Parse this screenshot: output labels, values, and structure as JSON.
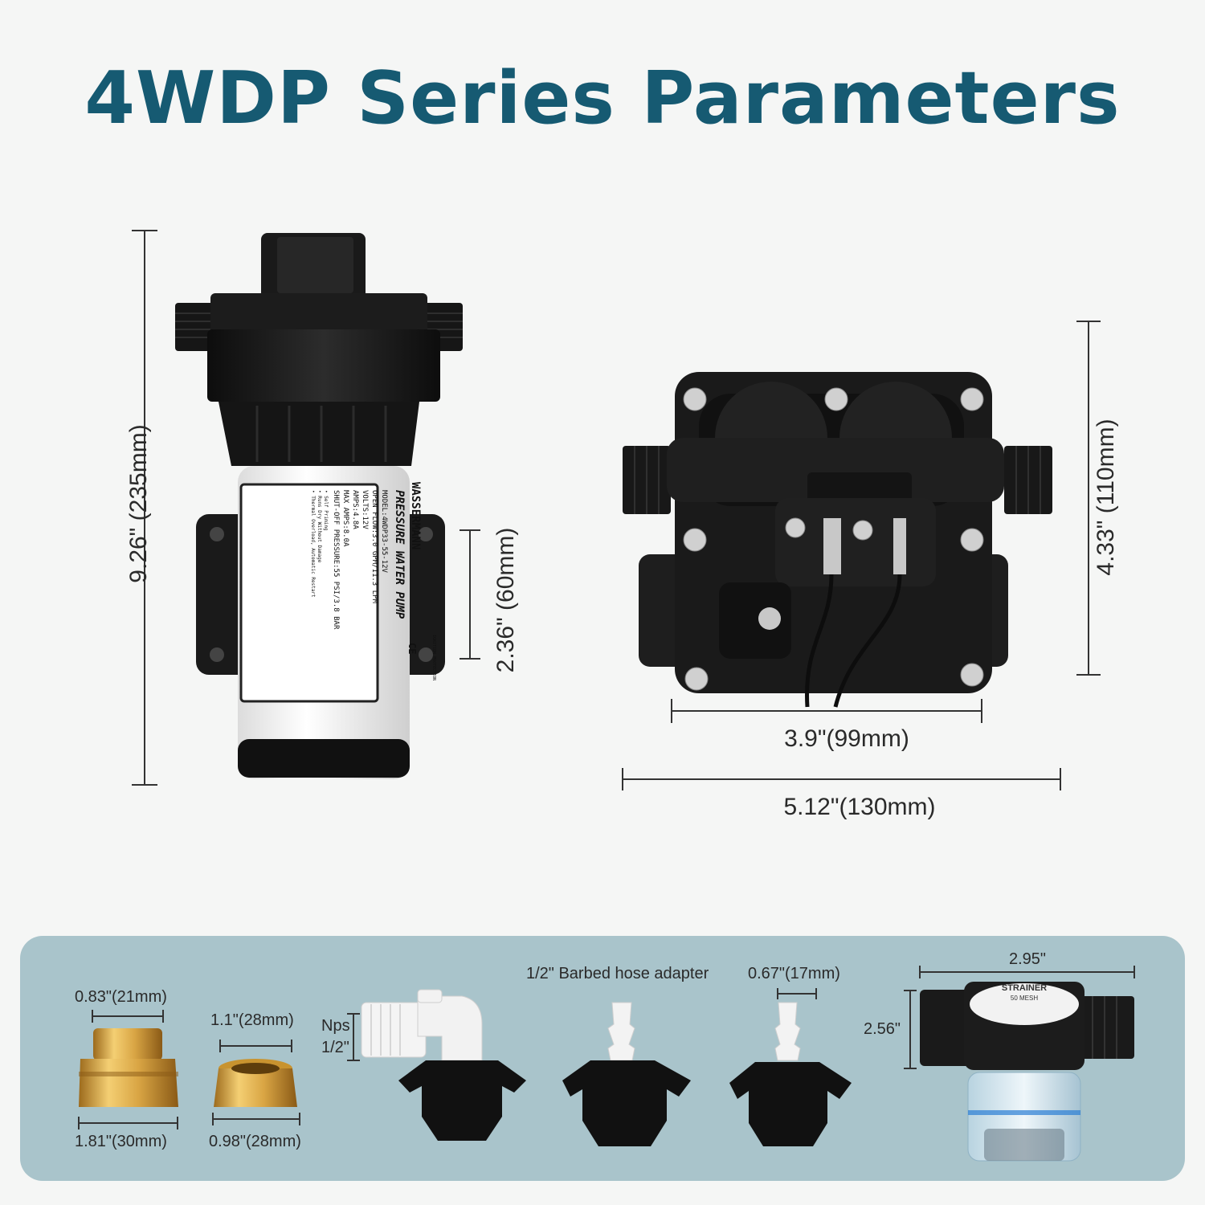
{
  "title": "4WDP Series Parameters",
  "pump_side": {
    "height": "9.26\" (235mm)",
    "mount_width": "2.36\" (60mm)",
    "label": {
      "brand": "WASSERMANN",
      "product": "PRESSURE WATER PUMP",
      "lines": [
        "MODEL:4WDP33-55-12V",
        "OPEN FLOW:3.0 GPM/11.3 LPM",
        "VOLTS:12V",
        "AMPS:4.8A",
        "MAX AMPS:8.0A",
        "SHUT-OFF PRESSURE:55 PSI/3.8 BAR"
      ],
      "features": [
        "• Self Priming",
        "• Runs Dry Without Damage",
        "• Thermal Overload, Automatic Restart"
      ],
      "marks": [
        "CE",
        "IGNITION PROTECTION"
      ]
    }
  },
  "pump_head": {
    "height": "4.33\" (110mm)",
    "inner_width": "3.9\"(99mm)",
    "outer_width": "5.12\"(130mm)"
  },
  "accessories": {
    "brass1_top": "0.83\"(21mm)",
    "brass1_bottom": "1.81\"(30mm)",
    "brass2_top": "1.1\"(28mm)",
    "brass2_bottom": "0.98\"(28mm)",
    "nps_line1": "Nps",
    "nps_line2": "1/2\"",
    "barbed_label": "1/2\" Barbed hose adapter",
    "barb_width": "0.67\"(17mm)",
    "strainer_width": "2.95\"",
    "strainer_height": "2.56\"",
    "strainer_text": "STRAINER",
    "strainer_mesh": "50 MESH"
  },
  "colors": {
    "title": "#165a72",
    "panel": "#a9c4cb",
    "brass": "#d9a544",
    "pump_black": "#1c1c1c"
  }
}
